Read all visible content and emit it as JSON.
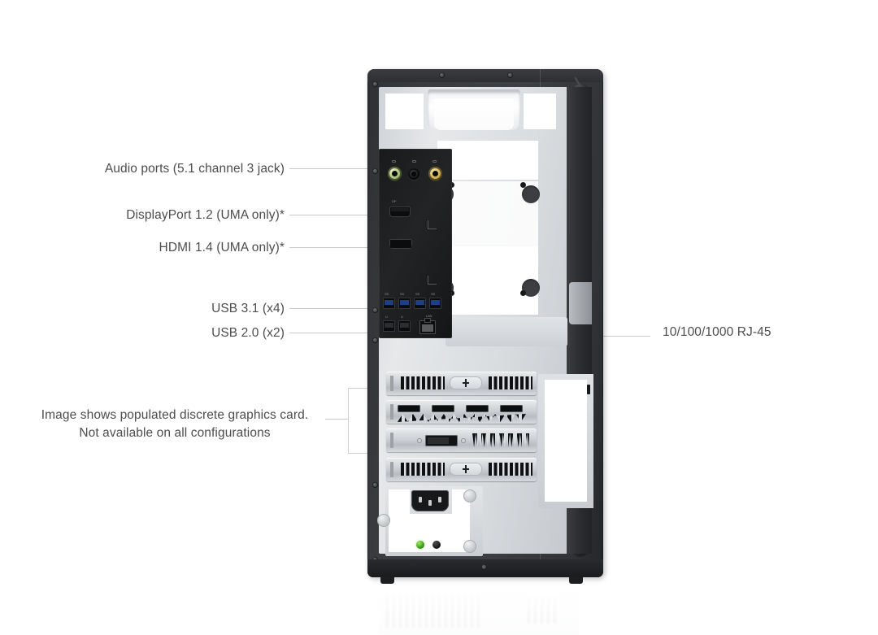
{
  "page": {
    "title": "Desktop rear panel I/O callout diagram",
    "background_color": "#ffffff",
    "label_text_color": "#4d4d4d",
    "leader_line_color": "#c9c9c9"
  },
  "callouts": [
    {
      "id": "audio",
      "text": "Audio ports (5.1 channel 3 jack)",
      "side": "left"
    },
    {
      "id": "dp",
      "text": "DisplayPort 1.2 (UMA only)*",
      "side": "left"
    },
    {
      "id": "hdmi",
      "text": "HDMI 1.4 (UMA only)*",
      "side": "left"
    },
    {
      "id": "usb31",
      "text": "USB 3.1 (x4)",
      "side": "left"
    },
    {
      "id": "usb20",
      "text": "USB 2.0 (x2)",
      "side": "left"
    },
    {
      "id": "gfx",
      "text": "Image shows populated discrete graphics card. Not available on all configurations",
      "side": "left"
    },
    {
      "id": "rj45",
      "text": "10/100/1000 RJ-45",
      "side": "right"
    }
  ],
  "device": {
    "name": "Desktop tower rear panel",
    "io_ports": {
      "audio_jacks": [
        {
          "name": "line-out",
          "color": "#c8d9a0"
        },
        {
          "name": "mic-in",
          "color": "#1a1b1d"
        },
        {
          "name": "line-in",
          "color": "#d6b95e"
        }
      ],
      "display_outputs": [
        "DisplayPort",
        "HDMI"
      ],
      "usb_30_tags": [
        "SS",
        "SS",
        "SS",
        "SS"
      ],
      "usb_20_count": 2,
      "ethernet": "RJ-45"
    },
    "expansion_slots": [
      {
        "index": 1,
        "type": "blank-filler"
      },
      {
        "index": 2,
        "type": "graphics-card-displayport"
      },
      {
        "index": 3,
        "type": "graphics-card-dvi"
      },
      {
        "index": 4,
        "type": "blank-filler"
      }
    ],
    "power_supply": {
      "connector": "IEC C14",
      "indicator_led_color": "#5fc42a",
      "self_test_button": "black"
    }
  }
}
